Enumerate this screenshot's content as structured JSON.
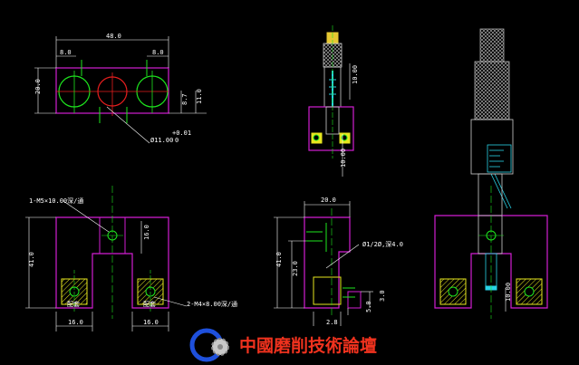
{
  "drawing": {
    "front_view": {
      "width_label": "48.0",
      "left_offset_label": "8.0",
      "right_offset_label": "8.0",
      "height_label": "20.0",
      "dim_8_7": "8.7",
      "dim_11_0": "11.0",
      "hole_diameter_label": "Ø11.00",
      "tolerance_upper": "+0.01",
      "tolerance_lower": "0"
    },
    "side_view_small": {
      "dim_top": "10.00",
      "dim_bottom": "10.00"
    },
    "bottom_left": {
      "thread_callout": "1-M5×10.00深/通",
      "depth_label": "16.0",
      "height_label": "41.0",
      "hole_callout": "2-M4×8.00深/通",
      "left_width_label": "16.0",
      "right_width_label": "16.0",
      "pin_label_left": "配套",
      "pin_label_right": "配套"
    },
    "bottom_middle": {
      "width_label": "20.0",
      "hole_callout": "Ø1/2Ø,深4.0",
      "height_label": "41.0",
      "inner_height_label": "23.0",
      "dim_3_0": "3.0",
      "dim_5_0": "5.0",
      "dim_2_8": "2.8"
    },
    "bottom_right": {
      "dim_label": "10.00"
    }
  },
  "watermark": {
    "text": "中國磨削技術論壇"
  },
  "colors": {
    "background": "#000000",
    "outline": "#d21ed2",
    "dimension": "#ffffff",
    "centerline": "#1ee61e",
    "detail_cyan": "#28d2e6",
    "hatch_yellow": "#e6e61e",
    "watermark_red": "#f0321e",
    "logo_blue": "#1e50dc"
  }
}
